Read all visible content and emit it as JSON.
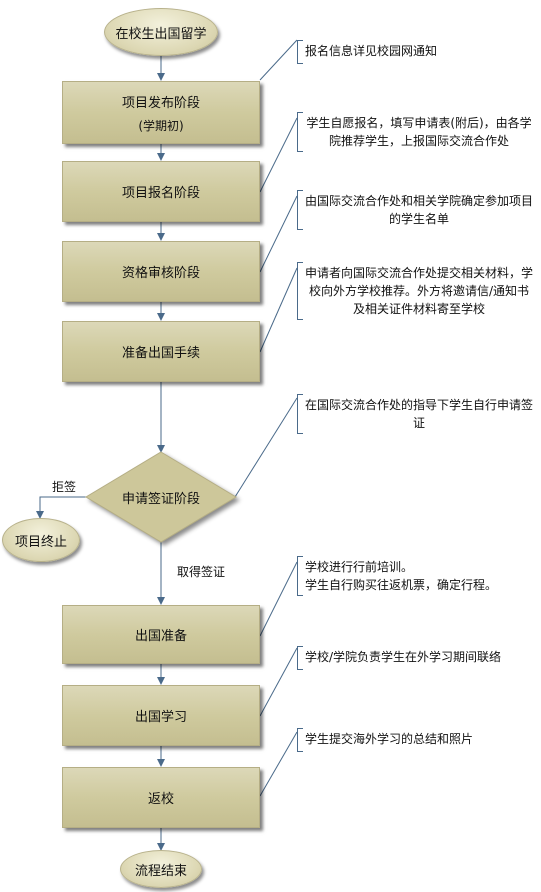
{
  "start": "在校生出国留学",
  "steps": {
    "publish": {
      "label": "项目发布阶段",
      "sub": "(学期初)"
    },
    "register": {
      "label": "项目报名阶段"
    },
    "review": {
      "label": "资格审核阶段"
    },
    "prepare": {
      "label": "准备出国手续"
    },
    "visa": {
      "label": "申请签证阶段"
    },
    "depart": {
      "label": "出国准备"
    },
    "study": {
      "label": "出国学习"
    },
    "return": {
      "label": "返校"
    }
  },
  "terminate": "项目终止",
  "end": "流程结束",
  "branch_labels": {
    "refused": "拒签",
    "granted": "取得签证"
  },
  "notes": {
    "n1": "报名信息详见校园网通知",
    "n2": "学生自愿报名，填写申请表(附后)，由各学院推荐学生，上报国际交流合作处",
    "n3": "由国际交流合作处和相关学院确定参加项目的学生名单",
    "n4": "申请者向国际交流合作处提交相关材料，学校向外方学校推荐。外方将邀请信/通知书及相关证件材料寄至学校",
    "n5": "在国际交流合作处的指导下学生自行申请签证",
    "n6": "学校进行行前培训。\n学生自行购买往返机票，确定行程。",
    "n7": "学校/学院负责学生在外学习期间联络",
    "n8": "学生提交海外学习的总结和照片"
  }
}
